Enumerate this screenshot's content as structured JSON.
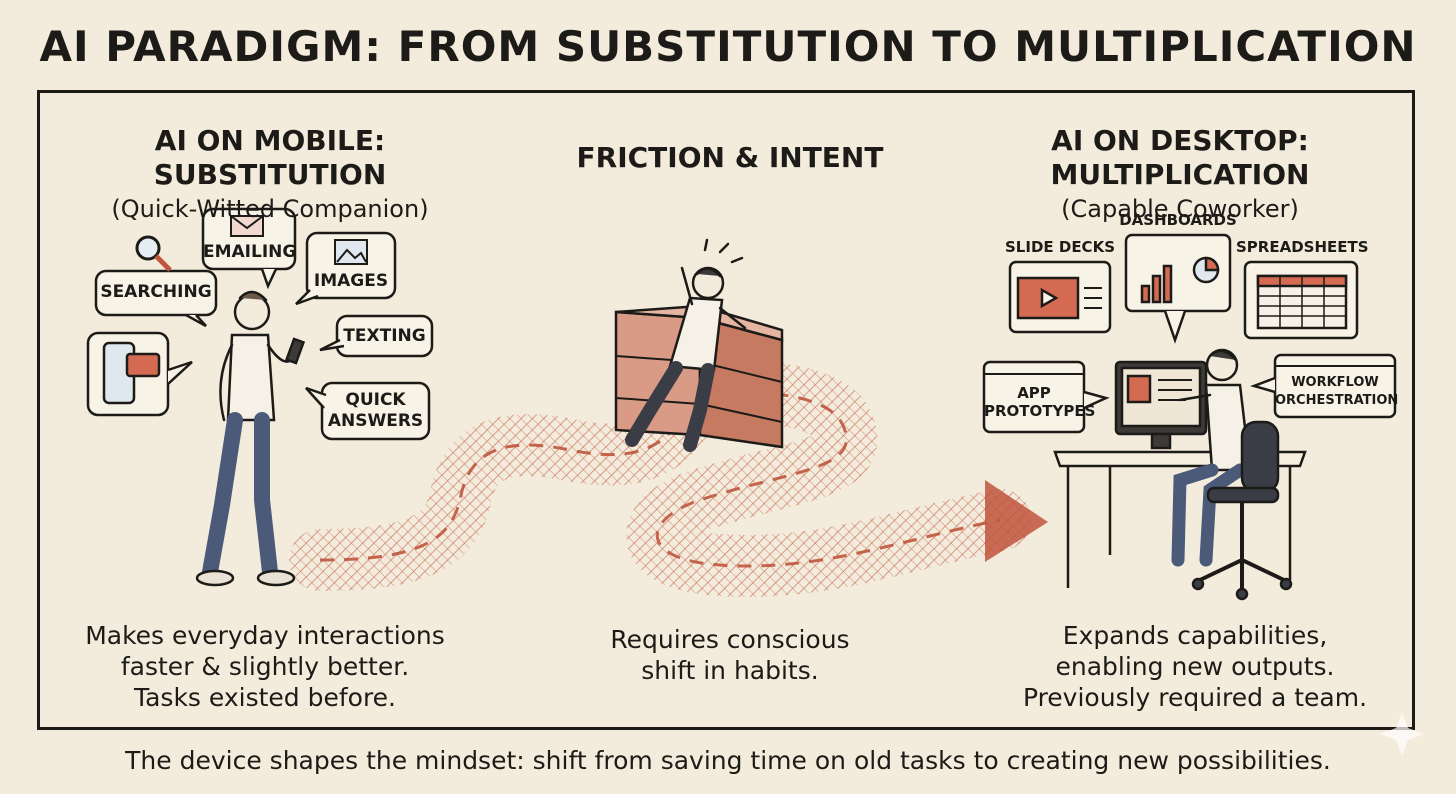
{
  "title": "AI PARADIGM: FROM SUBSTITUTION TO MULTIPLICATION",
  "left": {
    "heading": "AI ON MOBILE: SUBSTITUTION",
    "subheading": "(Quick-Witted Companion)",
    "bubbles": {
      "searching": "SEARCHING",
      "emailing": "EMAILING",
      "images": "IMAGES",
      "texting": "TEXTING",
      "quick_answers_1": "QUICK",
      "quick_answers_2": "ANSWERS"
    },
    "desc": [
      "Makes everyday interactions",
      "faster & slightly better.",
      "Tasks existed before."
    ]
  },
  "middle": {
    "heading": "FRICTION & INTENT",
    "desc": [
      "Requires conscious",
      "shift in habits."
    ]
  },
  "right": {
    "heading": "AI ON DESKTOP: MULTIPLICATION",
    "subheading": "(Capable Coworker)",
    "panels": {
      "slide_decks": "SLIDE DECKS",
      "dashboards": "DASHBOARDS",
      "spreadsheets": "SPREADSHEETS",
      "app_prototypes_1": "APP",
      "app_prototypes_2": "PROTOTYPES",
      "workflow_1": "WORKFLOW",
      "workflow_2": "ORCHESTRATION"
    },
    "desc": [
      "Expands capabilities,",
      "enabling new outputs.",
      "Previously required a team."
    ]
  },
  "footer": "The device shapes the mindset: shift from saving time on old tasks to creating new possibilities.",
  "colors": {
    "background": "#f3ecdc",
    "ink": "#1d1b18",
    "accent": "#c0553d"
  }
}
